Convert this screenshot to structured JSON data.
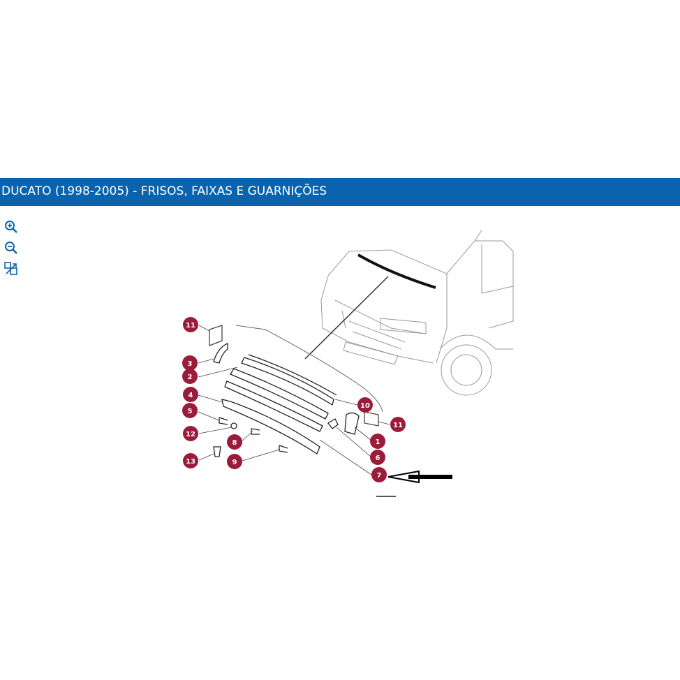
{
  "header": {
    "title": "DUCATO (1998-2005) - FRISOS, FAIXAS E GUARNIÇÕES"
  },
  "toolbar": {
    "zoom_in_icon": "zoom-in-icon",
    "zoom_out_icon": "zoom-out-icon",
    "fit_icon": "fit-to-screen-icon"
  },
  "diagram": {
    "callouts": [
      {
        "num": "11"
      },
      {
        "num": "3"
      },
      {
        "num": "2"
      },
      {
        "num": "4"
      },
      {
        "num": "5"
      },
      {
        "num": "12"
      },
      {
        "num": "13"
      },
      {
        "num": "8"
      },
      {
        "num": "9"
      },
      {
        "num": "10"
      },
      {
        "num": "11"
      },
      {
        "num": "1"
      },
      {
        "num": "6"
      },
      {
        "num": "7"
      }
    ]
  },
  "colors": {
    "header_bg": "#0b63ad",
    "callout": "#9a1b3a",
    "icon": "#0b63ad"
  }
}
